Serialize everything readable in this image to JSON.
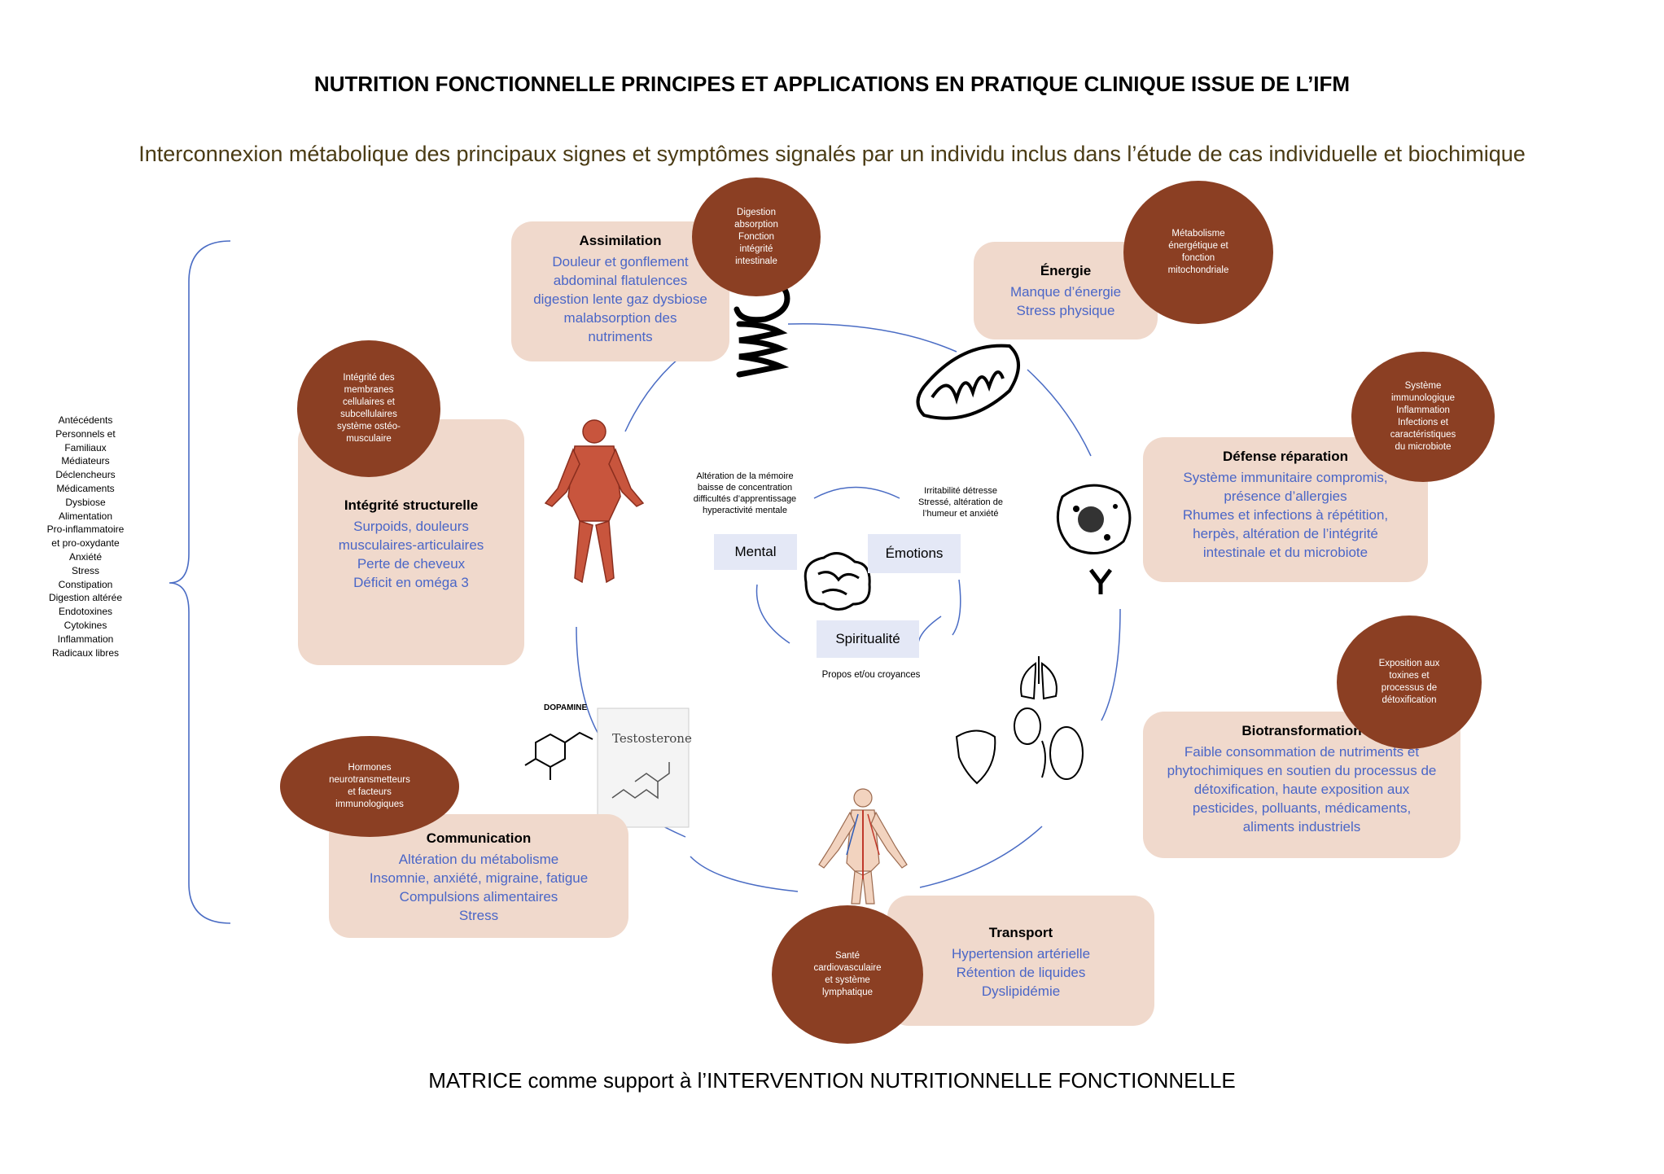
{
  "title": "NUTRITION FONCTIONNELLE PRINCIPES ET APPLICATIONS EN PRATIQUE CLINIQUE ISSUE DE L’IFM",
  "subtitle": "Interconnexion métabolique des principaux signes et symptômes signalés par un individu inclus dans l’étude de cas individuelle et biochimique",
  "footer": "MATRICE comme support à l’INTERVENTION NUTRITIONNELLE FONCTIONNELLE",
  "factors": [
    "Antécédents",
    "Personnels et",
    "Familiaux",
    "Médiateurs",
    "Déclencheurs",
    "Médicaments",
    "Dysbiose",
    "Alimentation",
    "Pro-inflammatoire",
    "et pro-oxydante",
    "Anxiété",
    "Stress",
    "Constipation",
    "Digestion altérée",
    "Endotoxines",
    "Cytokines",
    "Inflammation",
    "Radicaux libres"
  ],
  "boxes": {
    "assimilation": {
      "title": "Assimilation",
      "lines": [
        "Douleur et gonflement",
        "abdominal flatulences",
        "digestion lente gaz dysbiose",
        "malabsorption des",
        "nutriments"
      ]
    },
    "energie": {
      "title": "Énergie",
      "lines": [
        "Manque d’énergie",
        "Stress physique"
      ]
    },
    "integrite": {
      "title": "Intégrité structurelle",
      "lines": [
        "Surpoids, douleurs",
        "musculaires-articulaires",
        "Perte de cheveux",
        "Déficit en oméga 3"
      ]
    },
    "defense": {
      "title": "Défense réparation",
      "lines": [
        "Système immunitaire compromis,",
        "présence d’allergies",
        "Rhumes et infections à répétition,",
        "herpès, altération de l’intégrité",
        "intestinale et du microbiote"
      ]
    },
    "biotransformation": {
      "title": "Biotransformation",
      "lines": [
        "Faible consommation de nutriments et",
        "phytochimiques en soutien du processus de",
        "détoxification, haute exposition aux",
        "pesticides, polluants, médicaments,",
        "aliments industriels"
      ]
    },
    "communication": {
      "title": "Communication",
      "lines": [
        "Altération du métabolisme",
        "Insomnie, anxiété, migraine, fatigue",
        "Compulsions alimentaires",
        "Stress"
      ]
    },
    "transport": {
      "title": "Transport",
      "lines": [
        "Hypertension artérielle",
        "Rétention de liquides",
        "Dyslipidémie"
      ]
    }
  },
  "circles": {
    "digestion": [
      "Digestion",
      "absorption",
      "Fonction",
      "intégrité",
      "intestinale"
    ],
    "metabolisme": [
      "Métabolisme",
      "énergétique et",
      "fonction",
      "mitochondriale"
    ],
    "membranes": [
      "Intégrité des",
      "membranes",
      "cellulaires et",
      "subcellulaires",
      "système ostéo-",
      "musculaire"
    ],
    "immuno": [
      "Système",
      "immunologique",
      "Inflammation",
      "Infections et",
      "caractéristiques",
      "du microbiote"
    ],
    "toxines": [
      "Exposition aux",
      "toxines et",
      "processus de",
      "détoxification"
    ],
    "hormones": [
      "Hormones",
      "neurotransmetteurs",
      "et facteurs",
      "immunologiques"
    ],
    "sante": [
      "Santé",
      "cardiovasculaire",
      "et système",
      "lymphatique"
    ]
  },
  "center": {
    "mental": "Mental",
    "emotions": "Émotions",
    "spiritualite": "Spiritualité",
    "mental_note": [
      "Altération de la mémoire",
      "baisse de concentration",
      "difficultés d’apprentissage",
      "hyperactivité mentale"
    ],
    "emotions_note": [
      "Irritabilité détresse",
      "Stressé, altération de",
      "l’humeur et anxiété"
    ],
    "spiritualite_note": "Propos et/ou croyances"
  },
  "illustrations": {
    "dopamine": "DOPAMINE",
    "testosterone": "Testosterone"
  },
  "colors": {
    "box": "#f0d9cc",
    "circle": "#8b3f23",
    "symptom": "#4a66c7",
    "tag": "#e4e8f6",
    "line": "#4a6cc4"
  }
}
